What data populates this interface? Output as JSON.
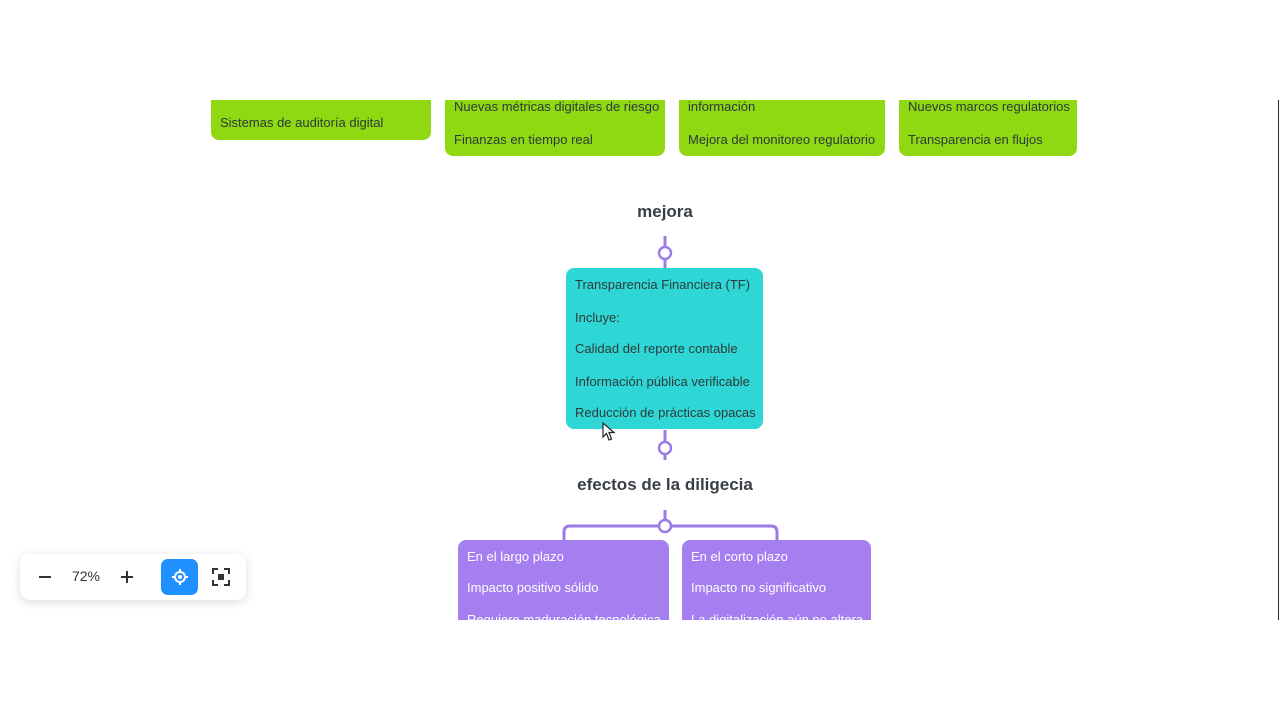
{
  "nodes": {
    "top1": {
      "lines": [
        "Sistemas de auditoría digital"
      ]
    },
    "top2": {
      "lines": [
        "Nuevas métricas digitales de riesgo",
        "Finanzas en tiempo real"
      ]
    },
    "top3": {
      "lines": [
        "información",
        "Mejora del monitoreo regulatorio"
      ]
    },
    "top4": {
      "lines": [
        "Nuevos marcos regulatorios",
        "Transparencia en flujos"
      ]
    },
    "tf": {
      "lines": [
        "Transparencia Financiera (TF)",
        "Incluye:",
        "Calidad del reporte contable",
        "Información pública verificable",
        "Reducción de prácticas opacas"
      ]
    },
    "largo": {
      "lines": [
        "En el largo plazo",
        "Impacto positivo sólido",
        "Requiere maduración tecnológica"
      ]
    },
    "corto": {
      "lines": [
        "En el corto plazo",
        "Impacto no significativo",
        "La digitalización aún no altera"
      ]
    }
  },
  "labels": {
    "mejora": "mejora",
    "efectos": "efectos de la diligecia"
  },
  "zoom": {
    "level": "72%",
    "minus_icon": "minus-icon",
    "plus_icon": "plus-icon",
    "center_icon": "locate-icon",
    "fit_icon": "fit-screen-icon"
  },
  "colors": {
    "green_node": "#8fd913",
    "teal_node": "#2ed7d6",
    "purple_node": "#a57ef0",
    "connector": "#9b7be6",
    "accent": "#1e90ff"
  }
}
